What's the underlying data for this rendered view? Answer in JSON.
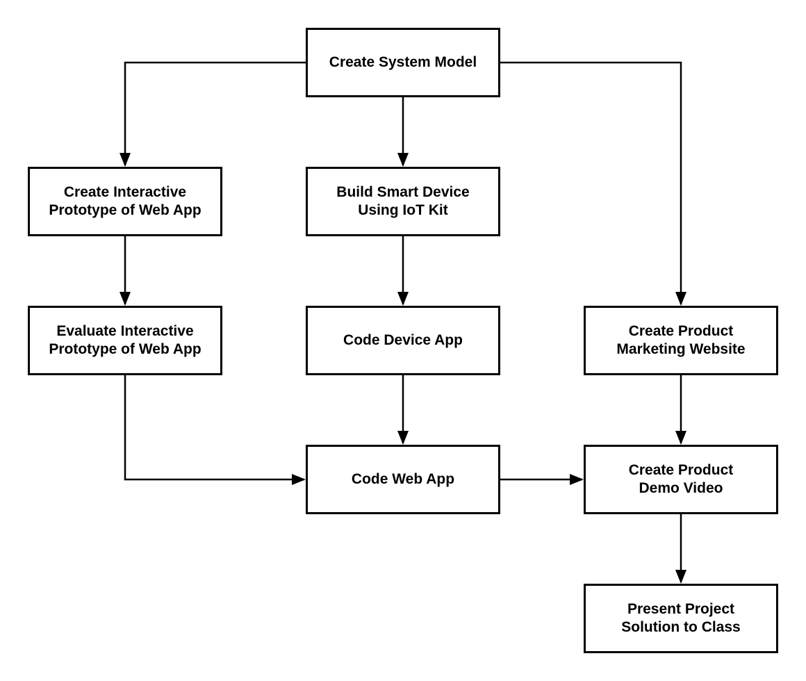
{
  "diagram": {
    "type": "flowchart",
    "background_color": "#ffffff",
    "box_fill_color": "#ffffff",
    "box_border_color": "#000000",
    "text_color": "#000000",
    "connector_color": "#000000",
    "nodes": [
      {
        "id": "create-system-model",
        "label": "Create System Model"
      },
      {
        "id": "create-interactive-prototype",
        "label": "Create Interactive\nPrototype of Web App"
      },
      {
        "id": "build-smart-device",
        "label": "Build Smart Device\nUsing IoT Kit"
      },
      {
        "id": "evaluate-interactive-prototype",
        "label": "Evaluate Interactive\nPrototype of Web App"
      },
      {
        "id": "code-device-app",
        "label": "Code Device App"
      },
      {
        "id": "create-product-marketing-website",
        "label": "Create Product\nMarketing Website"
      },
      {
        "id": "code-web-app",
        "label": "Code Web App"
      },
      {
        "id": "create-product-demo-video",
        "label": "Create Product\nDemo Video"
      },
      {
        "id": "present-project-solution",
        "label": "Present Project\nSolution to Class"
      }
    ],
    "edges": [
      {
        "from": "create-system-model",
        "to": "create-interactive-prototype"
      },
      {
        "from": "create-system-model",
        "to": "build-smart-device"
      },
      {
        "from": "create-system-model",
        "to": "create-product-marketing-website"
      },
      {
        "from": "create-interactive-prototype",
        "to": "evaluate-interactive-prototype"
      },
      {
        "from": "build-smart-device",
        "to": "code-device-app"
      },
      {
        "from": "evaluate-interactive-prototype",
        "to": "code-web-app"
      },
      {
        "from": "code-device-app",
        "to": "code-web-app"
      },
      {
        "from": "code-web-app",
        "to": "create-product-demo-video"
      },
      {
        "from": "create-product-marketing-website",
        "to": "create-product-demo-video"
      },
      {
        "from": "create-product-demo-video",
        "to": "present-project-solution"
      }
    ]
  }
}
